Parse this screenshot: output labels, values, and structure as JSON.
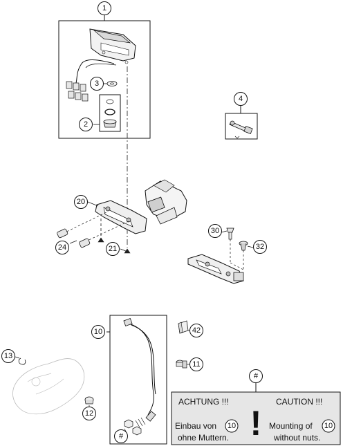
{
  "callouts": {
    "c1": "1",
    "c2": "2",
    "c3": "3",
    "c4": "4",
    "c10": "10",
    "c11": "11",
    "c12": "12",
    "c13": "13",
    "c20": "20",
    "c21": "21",
    "c24": "24",
    "c30": "30",
    "c32": "32",
    "c42": "42",
    "hash_top": "#",
    "hash_bottom": "#"
  },
  "note": {
    "achtung": "ACHTUNG !!!",
    "caution": "CAUTION !!!",
    "de_line1": "Einbau von",
    "de_line2": "ohne Muttern.",
    "en_line1": "Mounting of",
    "en_line2": "without nuts.",
    "ref_de": "10",
    "ref_en": "10",
    "exclamation": "!"
  },
  "colors": {
    "note_background": "#e6e6e6",
    "line": "#111111",
    "part_fill": "#eeeeee"
  }
}
